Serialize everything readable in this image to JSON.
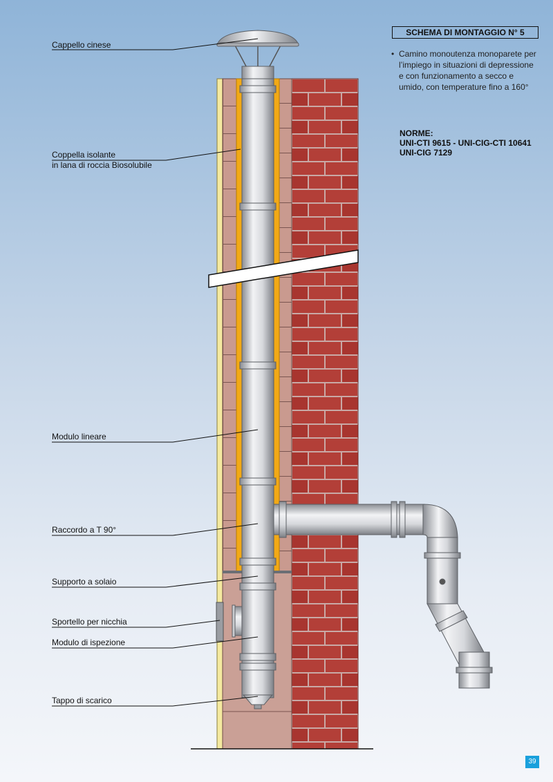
{
  "header": {
    "schema_title": "SCHEMA DI MONTAGGIO N° 5",
    "description": "Camino monoutenza monoparete per l’impiego in situazioni di depressione e con funzionamento a secco e umido, con temperature fino a 160°",
    "standards_title": "NORME:",
    "standards_line1": "UNI-CTI 9615  -  UNI-CIG-CTI 10641",
    "standards_line2": "UNI-CIG 7129"
  },
  "labels": {
    "cappello": "Cappello cinese",
    "coppella_1": "Coppella isolante",
    "coppella_2": "in lana di roccia Biosolubile",
    "modulo_lineare": "Modulo lineare",
    "raccordo": "Raccordo a T 90°",
    "supporto": "Supporto a solaio",
    "sportello": "Sportello per nicchia",
    "ispezione": "Modulo di ispezione",
    "tappo": "Tappo di scarico"
  },
  "footer": {
    "page_number": "39"
  },
  "colors": {
    "sky_top": "#8fb4d8",
    "brick": "#b33f38",
    "mortar": "#c9a9a6",
    "insulation": "#f2a916",
    "wall_pink": "#caa096",
    "steel": "#d0d2d6",
    "page_badge": "#1aa0dc"
  }
}
